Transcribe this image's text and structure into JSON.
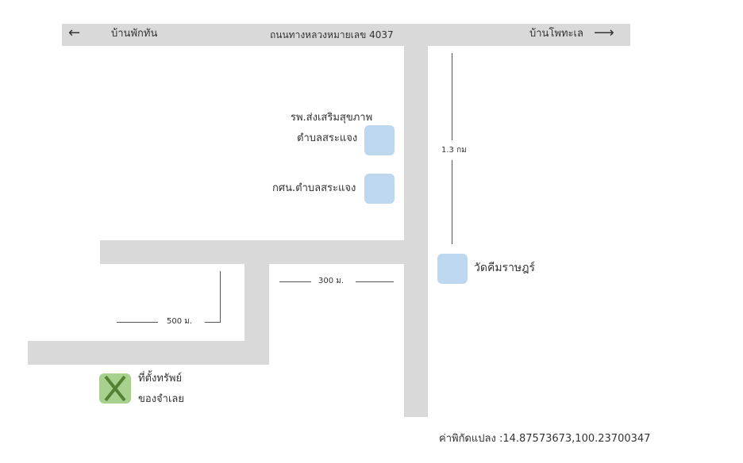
{
  "top_road": {
    "left_village": "บ้านพักทัน",
    "name": "ถนนทางหลวงหมายเลข 4037",
    "right_village": "บ้านโพทะเล"
  },
  "icons": {
    "left_arrow": "←",
    "right_arrow": "⟶",
    "property_mark": "X"
  },
  "landmarks": {
    "hospital_line1": "รพ.ส่งเสริมสุขภาพ",
    "hospital_line2": "ตำบลสระแจง",
    "learning_center": "กศน.ตำบลสระแจง",
    "temple": "วัดคีมราษฎร์"
  },
  "distances": {
    "main_road": "1.3 กม",
    "branch_road": "300 ม.",
    "side_road": "500 ม."
  },
  "property": {
    "line1": "ที่ตั้งทรัพย์",
    "line2": "ของจำเลย"
  },
  "coordinates_label": "ค่าพิกัดแปลง :14.87573673,100.23700347",
  "colors": {
    "road": "#d9d9d9",
    "landmark": "#bdd7ee",
    "property_bg": "#a9d18e",
    "property_x": "#548235"
  }
}
